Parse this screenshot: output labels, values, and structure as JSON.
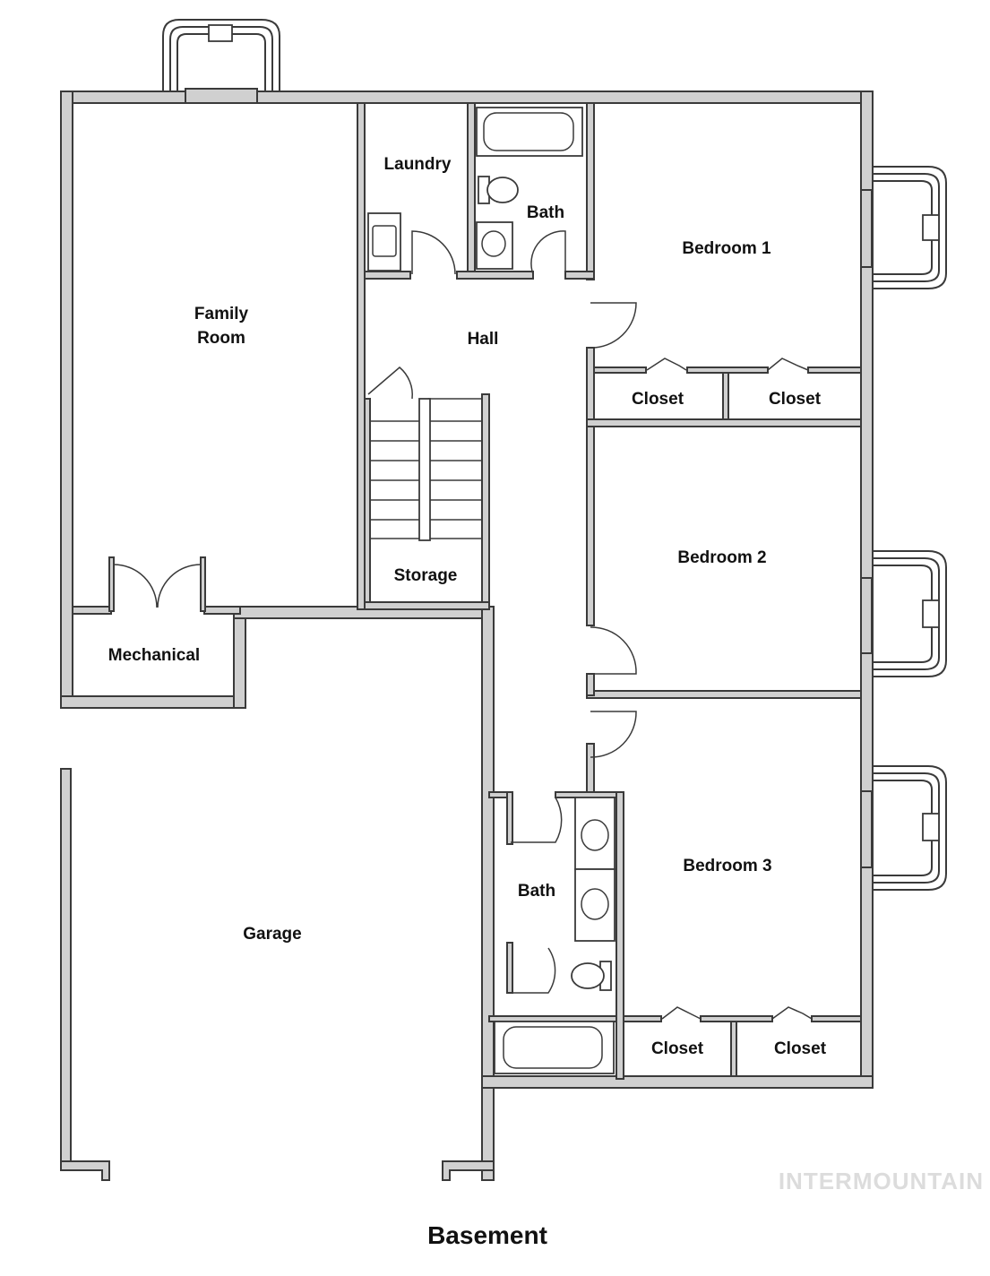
{
  "title": "Basement",
  "watermark": "INTERMOUNTAIN",
  "rooms": {
    "family_room_line1": "Family",
    "family_room_line2": "Room",
    "laundry": "Laundry",
    "bath_upper": "Bath",
    "bedroom_1": "Bedroom 1",
    "hall": "Hall",
    "closet_1a": "Closet",
    "closet_1b": "Closet",
    "storage": "Storage",
    "bedroom_2": "Bedroom 2",
    "mechanical": "Mechanical",
    "garage": "Garage",
    "bath_lower": "Bath",
    "bedroom_3": "Bedroom 3",
    "closet_3a": "Closet",
    "closet_3b": "Closet"
  },
  "colors": {
    "wall_fill": "#d0d0d0",
    "wall_stroke": "#3a3a3a",
    "text": "#111111",
    "watermark": "#dcdcdc"
  }
}
